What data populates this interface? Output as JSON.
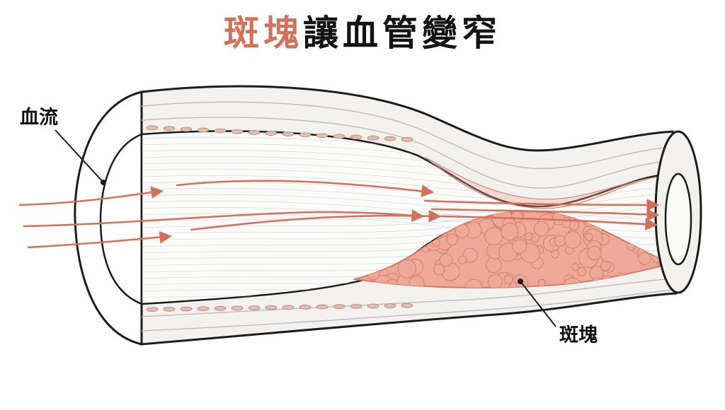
{
  "title": {
    "highlight": "斑塊",
    "rest": "讓血管變窄"
  },
  "labels": {
    "blood_flow": "血流",
    "plaque": "斑塊"
  },
  "colors": {
    "accent": "#d4715a",
    "plaque_fill": "#eea898",
    "plaque_dark": "#d27c66",
    "wall_outline": "#1c1c1c",
    "wall_fill": "#f3f1ee",
    "lumen_fill": "#fbfbfa",
    "fiber_line": "#bdbdbd",
    "endothelium_cells": "#e8bba9"
  }
}
